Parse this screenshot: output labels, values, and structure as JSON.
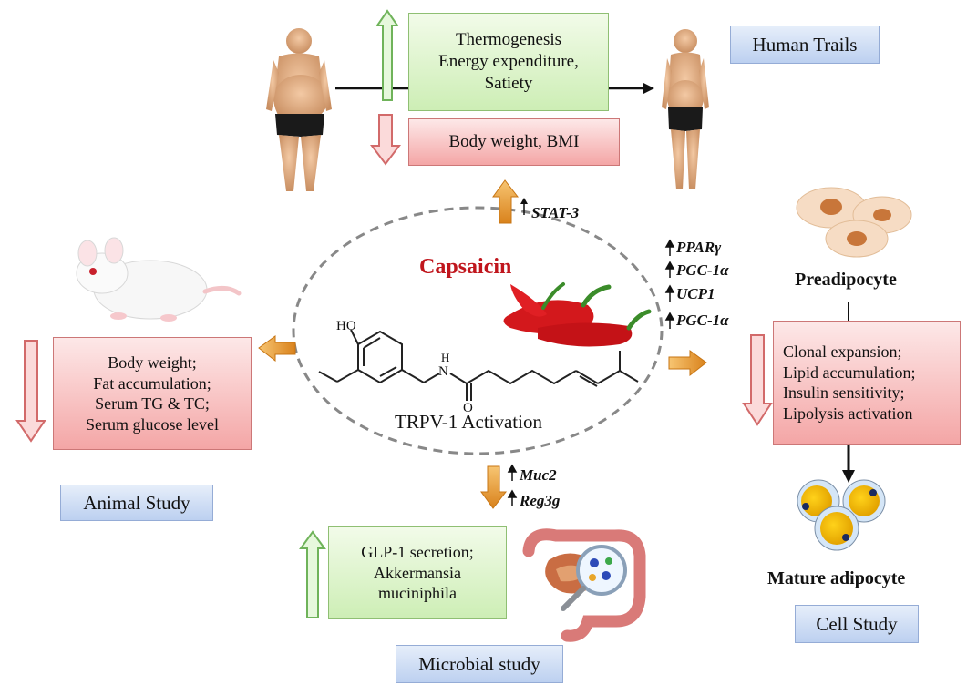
{
  "title": "Capsaicin",
  "center_label": "TRPV-1 Activation",
  "molecule": {
    "atoms": [
      "HO",
      "H",
      "N",
      "O"
    ]
  },
  "human": {
    "up_box": [
      "Thermogenesis",
      "Energy expenditure,",
      "Satiety"
    ],
    "down_box": [
      "Body weight, BMI"
    ],
    "tag": "Human Trails",
    "marker": "STAT-3"
  },
  "animal": {
    "down_box": [
      "Body weight;",
      "Fat accumulation;",
      "Serum TG & TC;",
      "Serum glucose level"
    ],
    "tag": "Animal Study"
  },
  "microbial": {
    "markers": [
      "Muc2",
      "Reg3g"
    ],
    "up_box": [
      "GLP-1 secretion;",
      "Akkermansia",
      "muciniphila"
    ],
    "tag": "Microbial study"
  },
  "cell": {
    "markers": [
      "PPARγ",
      "PGC-1α",
      "UCP1",
      "PGC-1α"
    ],
    "preadipocyte": "Preadipocyte",
    "down_box": [
      "Clonal expansion;",
      "Lipid accumulation;",
      "Insulin sensitivity;",
      "Lipolysis activation"
    ],
    "mature": "Mature adipocyte",
    "tag": "Cell Study"
  },
  "colors": {
    "title_red": "#c0161d",
    "arrow_orange": "#e89a2c",
    "arrow_green": "#9fd98a",
    "arrow_red": "#f0a0a0"
  }
}
